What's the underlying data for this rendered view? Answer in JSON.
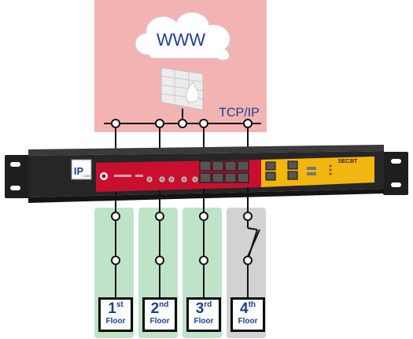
{
  "internet": {
    "cloud_label": "WWW",
    "protocol_label": "TCP/IP"
  },
  "device": {
    "logo_text": "IP",
    "logo_subtext": "COM",
    "brand_label": "SEC3IT"
  },
  "floors": [
    {
      "ordinal": "1",
      "suffix": "st",
      "word": "Floor",
      "state": "connected"
    },
    {
      "ordinal": "2",
      "suffix": "nd",
      "word": "Floor",
      "state": "connected"
    },
    {
      "ordinal": "3",
      "suffix": "rd",
      "word": "Floor",
      "state": "connected"
    },
    {
      "ordinal": "4",
      "suffix": "th",
      "word": "Floor",
      "state": "disconnected"
    }
  ],
  "colors": {
    "internet_zone": "#f4b3b3",
    "floor_zone_connected": "#bfe3c8",
    "floor_zone_disconnected": "#d2d2d2",
    "device_red": "#c8102e",
    "device_yellow": "#f3b50f",
    "label_blue": "#1d3f8f"
  }
}
